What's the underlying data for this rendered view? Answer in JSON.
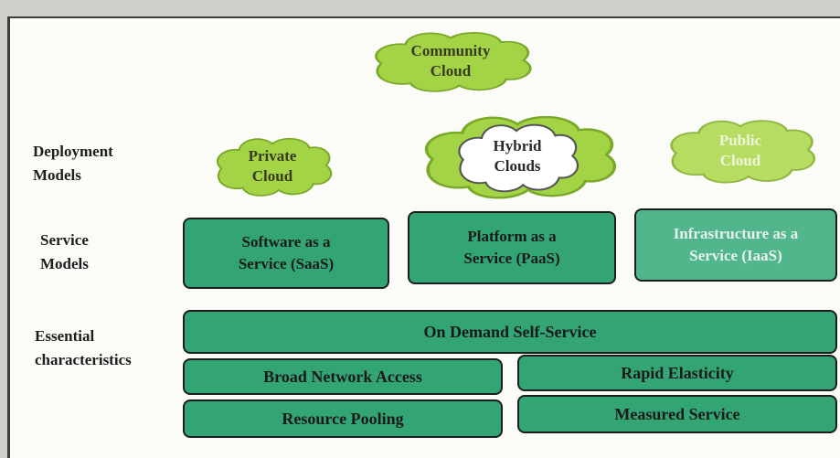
{
  "colors": {
    "cloud_green": "#a3d445",
    "cloud_green_light": "#b7dc62",
    "box_green": "#33a474",
    "box_green_light": "#52b68c"
  },
  "row_labels": {
    "deployment": "Deployment\nModels",
    "service": "Service\nModels",
    "essential": "Essential\ncharacteristics"
  },
  "deployment_models": {
    "community": "Community\nCloud",
    "private": "Private\nCloud",
    "hybrid": "Hybrid\nClouds",
    "public": "Public\nCloud"
  },
  "service_models": {
    "saas": "Software as a\nService (SaaS)",
    "paas": "Platform as a\nService (PaaS)",
    "iaas": "Infrastructure as a\nService (IaaS)"
  },
  "essential_characteristics": {
    "on_demand": "On Demand Self-Service",
    "broad_network": "Broad Network Access",
    "rapid_elasticity": "Rapid Elasticity",
    "resource_pooling": "Resource Pooling",
    "measured_service": "Measured Service"
  }
}
